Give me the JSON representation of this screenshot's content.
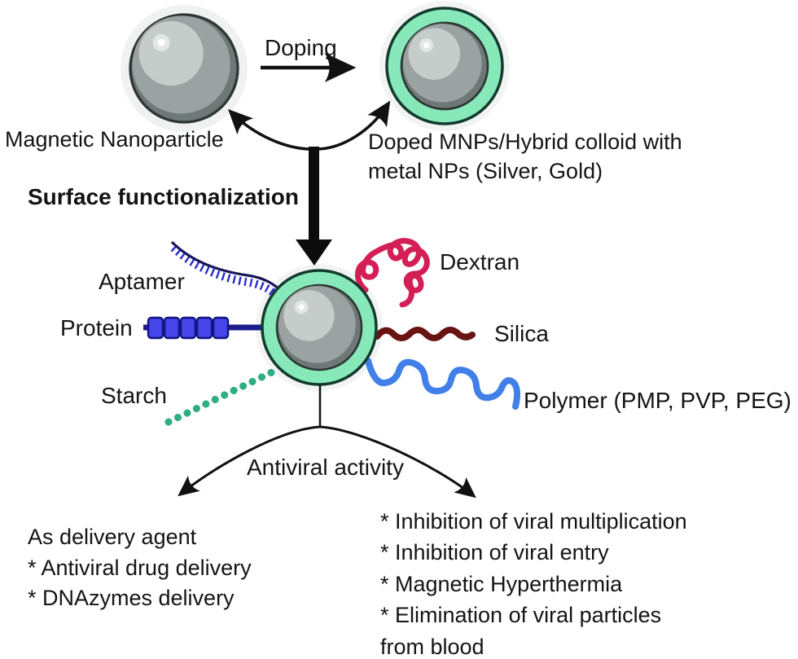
{
  "figure": {
    "title_hint": "Magnetic nanoparticle functionalization and antiviral activity diagram",
    "labels": {
      "magnetic_nanoparticle": "Magnetic Nanoparticle",
      "doping": "Doping",
      "doped_line1": "Doped MNPs/Hybrid colloid with",
      "doped_line2": "metal NPs (Silver, Gold)",
      "surface_functionalization": "Surface functionalization",
      "aptamer": "Aptamer",
      "protein": "Protein",
      "starch": "Starch",
      "dextran": "Dextran",
      "silica": "Silica",
      "polymer": "Polymer (PMP, PVP, PEG)",
      "antiviral_activity": "Antiviral activity"
    },
    "delivery_list": [
      "As delivery agent",
      "* Antiviral drug delivery",
      "* DNAzymes delivery"
    ],
    "antiviral_list": [
      "* Inhibition of viral multiplication",
      "* Inhibition of viral entry",
      "* Magnetic Hyperthermia",
      "* Elimination of viral particles",
      "from blood"
    ],
    "colors": {
      "coating_green": "#87e9b9",
      "coating_outline": "#143a2e",
      "sphere_gray": "#9aa3a1",
      "arrow_black": "#111111",
      "aptamer_navy": "#17175a",
      "aptamer_ticks": "#2a2ace",
      "protein_blue": "#4545ea",
      "protein_line": "#1c1c8f",
      "starch_green": "#2fae82",
      "dextran_crimson": "#d41e56",
      "silica_maroon": "#691313",
      "polymer_blue": "#4080e8",
      "text": "#141414"
    }
  }
}
